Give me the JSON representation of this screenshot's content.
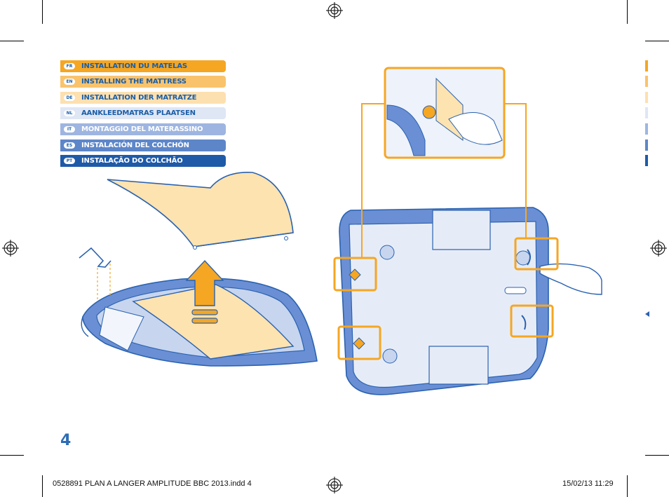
{
  "languages": [
    {
      "code": "FR",
      "label": "INSTALLATION DU MATELAS",
      "bg": "#f5a623",
      "fg": "#1a5ea8"
    },
    {
      "code": "EN",
      "label": "INSTALLING THE MATTRESS",
      "bg": "#f9c36c",
      "fg": "#1a5ea8"
    },
    {
      "code": "DE",
      "label": "INSTALLATION DER MATRATZE",
      "bg": "#fde0b0",
      "fg": "#1a5ea8"
    },
    {
      "code": "NL",
      "label": "AANKLEEDMATRAS PLAATSEN",
      "bg": "#dfe6f4",
      "fg": "#1a5ea8"
    },
    {
      "code": "IT",
      "label": "MONTAGGIO DEL MATERASSINO",
      "bg": "#9db5e0",
      "fg": "#ffffff"
    },
    {
      "code": "ES",
      "label": "INSTALACIÓN DEL COLCHÓN",
      "bg": "#5d86c9",
      "fg": "#ffffff"
    },
    {
      "code": "PT",
      "label": "INSTALAÇÃO DO COLCHÃO",
      "bg": "#1e5aa8",
      "fg": "#ffffff"
    }
  ],
  "side_tabs": [
    "#f5a623",
    "#f9c36c",
    "#fde0b0",
    "#dfe6f4",
    "#9db5e0",
    "#5d86c9",
    "#1e5aa8"
  ],
  "page_number": "4",
  "footer": {
    "file_info": "0528891 PLAN A LANGER AMPLITUDE BBC 2013.indd   4",
    "date_time": "15/02/13   11:29"
  },
  "colors": {
    "accent_orange": "#f5a623",
    "mattress_fill": "#fde3b0",
    "base_blue": "#6b8fd4",
    "outline_blue": "#2a62b0",
    "light_blue": "#e6ecf7"
  },
  "icons": [
    "registration-mark-icon",
    "crop-mark-icon",
    "up-arrow-icon"
  ]
}
